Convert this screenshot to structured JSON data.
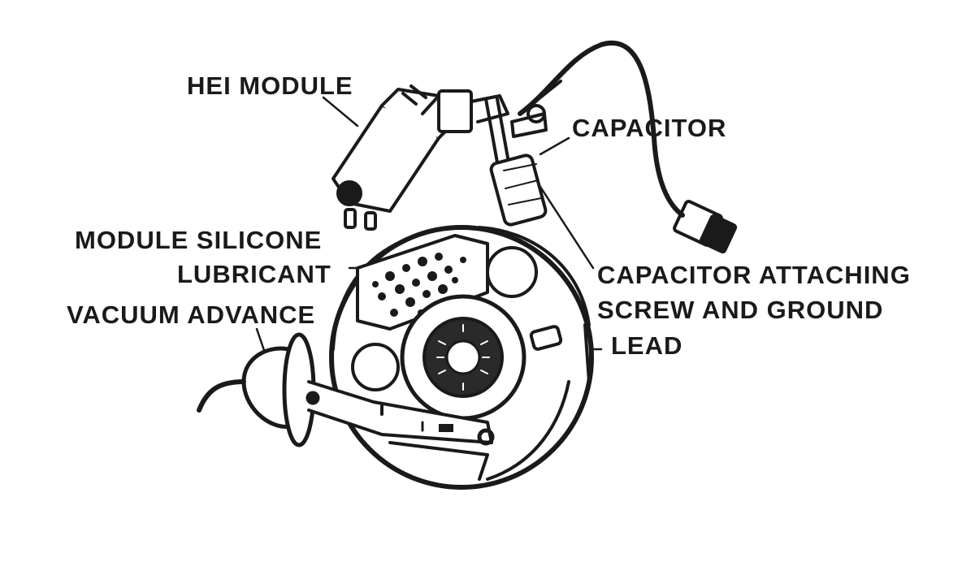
{
  "labels": {
    "hei_module": "HEI MODULE",
    "capacitor": "CAPACITOR",
    "capacitor_attaching_line1": "CAPACITOR ATTACHING",
    "capacitor_attaching_line2": "SCREW AND GROUND",
    "capacitor_attaching_line3": "LEAD",
    "module_silicone_line1": "MODULE SILICONE",
    "module_silicone_line2": "LUBRICANT",
    "vacuum_advance": "VACUUM ADVANCE"
  },
  "colors": {
    "ink": "#1a1a1a",
    "background": "#ffffff"
  }
}
